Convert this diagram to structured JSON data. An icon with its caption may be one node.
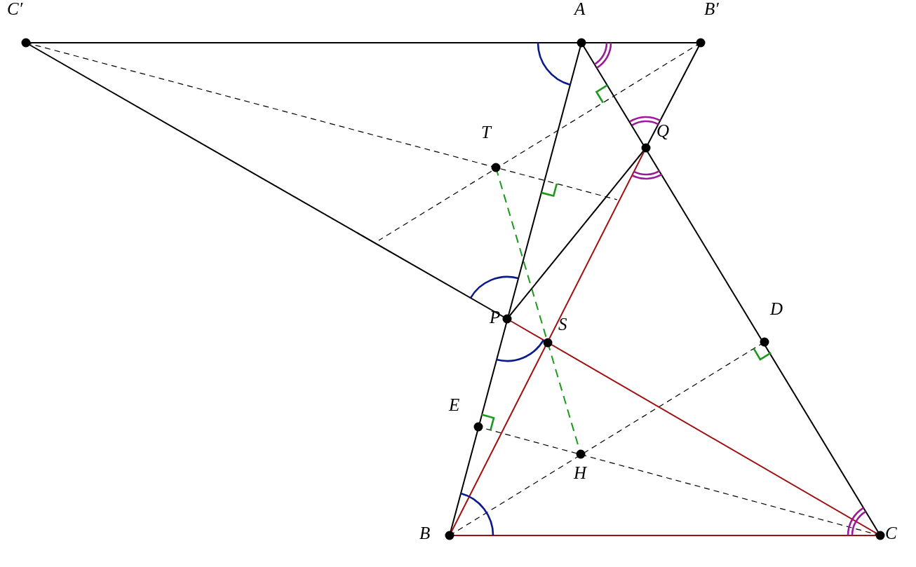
{
  "diagram": {
    "labels": [
      "C′",
      "A",
      "B′",
      "T",
      "Q",
      "P",
      "S",
      "D",
      "E",
      "H",
      "B",
      "C"
    ]
  }
}
